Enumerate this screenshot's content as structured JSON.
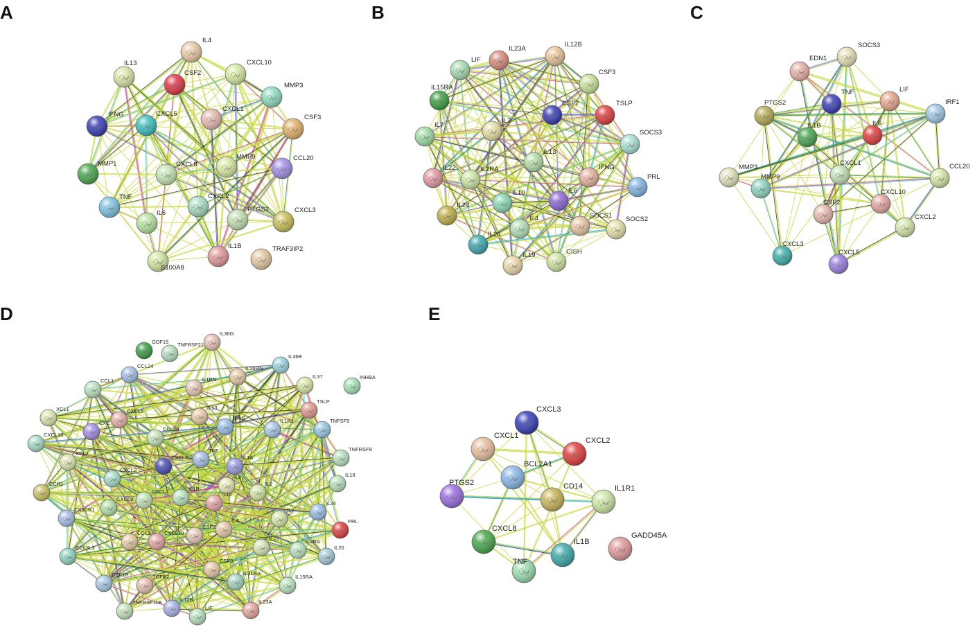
{
  "colors": {
    "textmining": "#c7d83a",
    "coexpression": "#2b2b2b",
    "database": "#3ab3c7",
    "experimental": "#c63ab6",
    "homology": "#5a4de0",
    "neighborhood": "#2e8b57",
    "background": "#ffffff"
  },
  "panels": [
    {
      "label": "A",
      "nodes": [
        {
          "name": "IL4",
          "color": "#e9c9a7"
        },
        {
          "name": "IL13",
          "color": "#d9e6a8"
        },
        {
          "name": "CSF2",
          "color": "#e0394a"
        },
        {
          "name": "CXCL10",
          "color": "#d7eaa3"
        },
        {
          "name": "MMP3",
          "color": "#8fdcbf"
        },
        {
          "name": "IFNG",
          "color": "#3a3fb5"
        },
        {
          "name": "CXCL5",
          "color": "#3fbfbf"
        },
        {
          "name": "CXCL1",
          "color": "#e8b9b0"
        },
        {
          "name": "CSF3",
          "color": "#e3b06c"
        },
        {
          "name": "MMP1",
          "color": "#4aa84f"
        },
        {
          "name": "CXCL8",
          "color": "#c7e5b5"
        },
        {
          "name": "MMP9",
          "color": "#d8e8a0"
        },
        {
          "name": "CCL20",
          "color": "#a58fe8"
        },
        {
          "name": "TNF",
          "color": "#7ec3e0"
        },
        {
          "name": "IL6",
          "color": "#b6e2a0"
        },
        {
          "name": "CXCL2",
          "color": "#a9dcc2"
        },
        {
          "name": "PTGS2",
          "color": "#c2e0b0"
        },
        {
          "name": "CXCL3",
          "color": "#c9bf5a"
        },
        {
          "name": "S100A8",
          "color": "#d3e6a0"
        },
        {
          "name": "IL1B",
          "color": "#e39a9a"
        },
        {
          "name": "TRAF3IP2",
          "color": "#e5c9a0"
        }
      ]
    },
    {
      "label": "B",
      "nodes": [
        {
          "name": "LIF",
          "color": "#a8dcb4"
        },
        {
          "name": "IL23A",
          "color": "#d98c80"
        },
        {
          "name": "IL12B",
          "color": "#ebc49a"
        },
        {
          "name": "IL15RA",
          "color": "#3f9f45"
        },
        {
          "name": "CSF3",
          "color": "#c9e39a"
        },
        {
          "name": "TSLP",
          "color": "#e04040"
        },
        {
          "name": "IL7",
          "color": "#9fdca6"
        },
        {
          "name": "IL2",
          "color": "#e6dfa5"
        },
        {
          "name": "CSF2",
          "color": "#3a3fb5"
        },
        {
          "name": "SOCS3",
          "color": "#a9e0d3"
        },
        {
          "name": "IL13",
          "color": "#b3dea8"
        },
        {
          "name": "IFNG",
          "color": "#e7b2a0"
        },
        {
          "name": "IL22",
          "color": "#e39aa0"
        },
        {
          "name": "IL2RA",
          "color": "#cde6a5"
        },
        {
          "name": "PRL",
          "color": "#83b8e3"
        },
        {
          "name": "IL10",
          "color": "#8ad8b5"
        },
        {
          "name": "IL6",
          "color": "#8e6ad8"
        },
        {
          "name": "IL24",
          "color": "#c0b04a"
        },
        {
          "name": "IL4",
          "color": "#b3e0b8"
        },
        {
          "name": "SOCS1",
          "color": "#e7c7a5"
        },
        {
          "name": "SOCS2",
          "color": "#e4e2a8"
        },
        {
          "name": "IL20",
          "color": "#3fa8b0"
        },
        {
          "name": "IL19",
          "color": "#ead8a8"
        },
        {
          "name": "CISH",
          "color": "#cfe3a0"
        }
      ]
    },
    {
      "label": "C",
      "nodes": [
        {
          "name": "SOCS3",
          "color": "#e6e0b5"
        },
        {
          "name": "EDN1",
          "color": "#e6b0a6"
        },
        {
          "name": "TNF",
          "color": "#3a3fb5"
        },
        {
          "name": "LIF",
          "color": "#e8a990"
        },
        {
          "name": "IRF1",
          "color": "#9ec9e6"
        },
        {
          "name": "PTGS2",
          "color": "#b5aa55"
        },
        {
          "name": "IL1B",
          "color": "#49a853"
        },
        {
          "name": "IL6",
          "color": "#e04040"
        },
        {
          "name": "MMP3",
          "color": "#e1e2bd"
        },
        {
          "name": "MMP9",
          "color": "#8fd4c0"
        },
        {
          "name": "CXCL1",
          "color": "#c5e3b8"
        },
        {
          "name": "CCL20",
          "color": "#d3e6a6"
        },
        {
          "name": "CXCL10",
          "color": "#e3a6a3"
        },
        {
          "name": "CSF2",
          "color": "#e8b9b0"
        },
        {
          "name": "CXCL2",
          "color": "#d4e6a8"
        },
        {
          "name": "CXCL3",
          "color": "#3fafaa"
        },
        {
          "name": "CXCL5",
          "color": "#9b7fe3"
        }
      ]
    },
    {
      "label": "D",
      "nodes": [
        {
          "name": "IL36G",
          "color": "#e8c0b5"
        },
        {
          "name": "GDF15",
          "color": "#3f9f45"
        },
        {
          "name": "TNFRSF21",
          "color": "#b3e0c0"
        },
        {
          "name": "IL36B",
          "color": "#9ad4e0"
        },
        {
          "name": "CCL24",
          "color": "#a3bfe6"
        },
        {
          "name": "IL36RN",
          "color": "#e6c9a6"
        },
        {
          "name": "IL1RN",
          "color": "#e6c9b5"
        },
        {
          "name": "IL37",
          "color": "#d9e6a5"
        },
        {
          "name": "INHBA",
          "color": "#a6e0b5"
        },
        {
          "name": "CCL1",
          "color": "#b8e3bf"
        },
        {
          "name": "TSLP",
          "color": "#e09a8f"
        },
        {
          "name": "XCL1",
          "color": "#dde6b0"
        },
        {
          "name": "IL13",
          "color": "#e6c9a6"
        },
        {
          "name": "IL1R1",
          "color": "#a6c9e6"
        },
        {
          "name": "TNFSF9",
          "color": "#9ac9e6"
        },
        {
          "name": "CXCL5",
          "color": "#e6b0a6"
        },
        {
          "name": "IFNG",
          "color": "#9abfe6"
        },
        {
          "name": "CXC",
          "color": "#a58fe8"
        },
        {
          "name": "CXCL16",
          "color": "#a6dcc9"
        },
        {
          "name": "CCL20",
          "color": "#c5e3b8"
        },
        {
          "name": "TNFRSF9",
          "color": "#b8e3bf"
        },
        {
          "name": "XCL2",
          "color": "#dde6b0"
        },
        {
          "name": "CXCL8",
          "color": "#4a4fb5"
        },
        {
          "name": "TNF",
          "color": "#a6bfe6"
        },
        {
          "name": "IL1A",
          "color": "#9a9ae6"
        },
        {
          "name": "CCR1",
          "color": "#c9c065"
        },
        {
          "name": "CXCL2",
          "color": "#a6dcc9"
        },
        {
          "name": "IL6",
          "color": "#e6e6b5"
        },
        {
          "name": "IL2",
          "color": "#d4e6a8"
        },
        {
          "name": "IL19",
          "color": "#b8e3bf"
        },
        {
          "name": "CXCL9",
          "color": "#b3dea8"
        },
        {
          "name": "CXCL1",
          "color": "#c5e3b8"
        },
        {
          "name": "IL1B",
          "color": "#b8e3bf"
        },
        {
          "name": "IL10",
          "color": "#e6a6a6"
        },
        {
          "name": "IL24",
          "color": "#9abfe6"
        },
        {
          "name": "CX3CR1",
          "color": "#a6bfe6"
        },
        {
          "name": "IL7",
          "color": "#d4e6a8"
        },
        {
          "name": "PRL",
          "color": "#e04040"
        },
        {
          "name": "CCL3",
          "color": "#e6c9a6"
        },
        {
          "name": "CXCL10",
          "color": "#e6a6a6"
        },
        {
          "name": "CSF2",
          "color": "#e6c9b5"
        },
        {
          "name": "IL4",
          "color": "#e6c9a6"
        },
        {
          "name": "IL22",
          "color": "#d4e6b8"
        },
        {
          "name": "IL2RA",
          "color": "#b8e3bf"
        },
        {
          "name": "IL20",
          "color": "#a6c9d9"
        },
        {
          "name": "CCL3L3",
          "color": "#8fd4c0"
        },
        {
          "name": "CSF3",
          "color": "#e6c9a6"
        },
        {
          "name": "CSF1R",
          "color": "#a6c9e6"
        },
        {
          "name": "TGFB2",
          "color": "#e6c0b0"
        },
        {
          "name": "IL31RA",
          "color": "#a6d4c0"
        },
        {
          "name": "IL15RA",
          "color": "#b8e3bf"
        },
        {
          "name": "TNFRSF11B",
          "color": "#c5e3b8"
        },
        {
          "name": "IL12B",
          "color": "#a6b5e6"
        },
        {
          "name": "LIF",
          "color": "#b8e3bf"
        },
        {
          "name": "IL23A",
          "color": "#e6a6a0"
        }
      ]
    },
    {
      "label": "E",
      "nodes": [
        {
          "name": "CXCL3",
          "color": "#3a3fb5"
        },
        {
          "name": "CXCL1",
          "color": "#e8c0a0"
        },
        {
          "name": "CXCL2",
          "color": "#e04040"
        },
        {
          "name": "BCL2A1",
          "color": "#8ab8e6"
        },
        {
          "name": "PTGS2",
          "color": "#9b6fe0"
        },
        {
          "name": "CD14",
          "color": "#c9b55a"
        },
        {
          "name": "IL1R1",
          "color": "#cde6a5"
        },
        {
          "name": "CXCL8",
          "color": "#4aa84f"
        },
        {
          "name": "IL1B",
          "color": "#3faaaa"
        },
        {
          "name": "TNF",
          "color": "#9cdcb0"
        },
        {
          "name": "GADD45A",
          "color": "#e09a9a"
        }
      ]
    }
  ]
}
